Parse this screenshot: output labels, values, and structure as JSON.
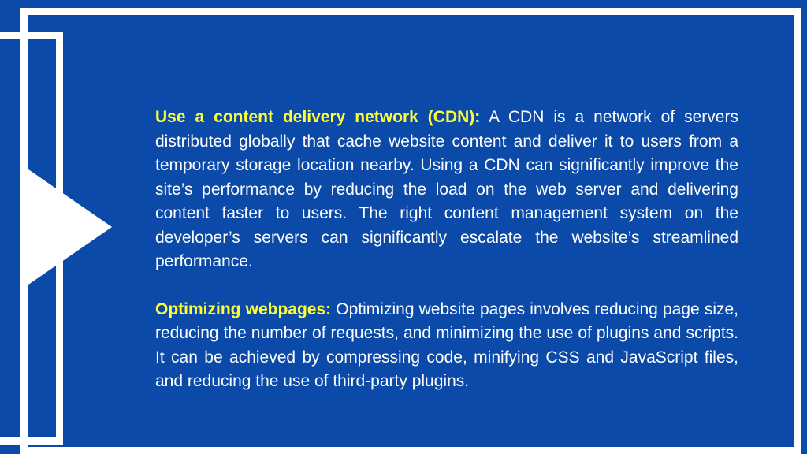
{
  "sections": [
    {
      "heading": "Use a content delivery network (CDN):",
      "body": "A CDN is a network of servers distributed globally that cache website content and deliver it to users from a temporary storage location nearby. Using a CDN can significantly improve the site’s performance by reducing the load on the web server and delivering content faster to users. The right content management system on the developer’s servers can significantly escalate the website’s streamlined performance."
    },
    {
      "heading": "Optimizing webpages:",
      "body": "Optimizing website pages involves reducing page size, reducing the number of requests, and minimizing the use of plugins and scripts. It can be achieved by compressing code, minifying CSS and JavaScript files, and reducing the use of third-party plugins."
    }
  ],
  "colors": {
    "background": "#0b4aa8",
    "heading": "#ffff33",
    "text": "#ffffff",
    "frame": "#ffffff"
  }
}
